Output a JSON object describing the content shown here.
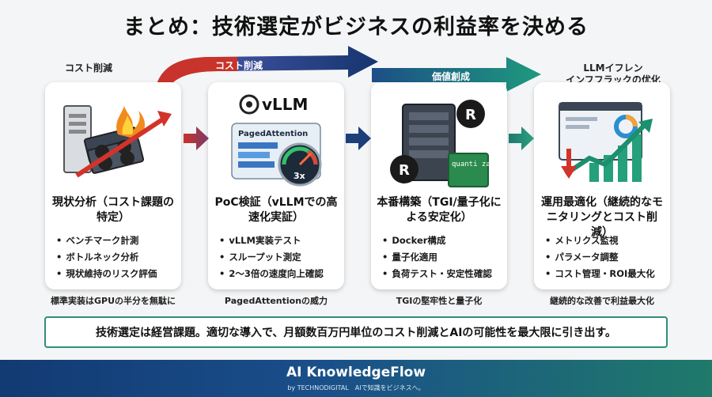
{
  "title": "まとめ：技術選定がビジネスの利益率を決める",
  "top_labels": {
    "left": "コスト削減",
    "right_line1": "LLMイフレン",
    "right_line2": "インフフラックの优化"
  },
  "band_labels": {
    "cost": "コスト削減",
    "value": "価値創成"
  },
  "cards": [
    {
      "title": "現状分析（コスト課題の特定）",
      "items": [
        "ベンチマーク計測",
        "ボトルネック分析",
        "現状維持のリスク評価"
      ],
      "caption": "標準実装はGPUの半分を無駄に",
      "icon": "server-fire-icon"
    },
    {
      "title": "PoC検証（vLLMでの高速化実証）",
      "items": [
        "vLLM実装テスト",
        "スループット測定",
        "2～3倍の速度向上確認"
      ],
      "caption": "PagedAttentionの威力",
      "logo": "vLLM",
      "panel_label": "PagedAttention",
      "gauge_label": "3x",
      "icon": "speed-gauge-icon"
    },
    {
      "title": "本番構築（TGI/量子化による安定化）",
      "items": [
        "Docker構成",
        "量子化適用",
        "負荷テスト・安定性確認"
      ],
      "caption": "TGIの堅牢性と量子化",
      "chip_label": "quanti zation",
      "icon": "rust-server-icon"
    },
    {
      "title": "運用最適化（継続的なモニタリングとコスト削減）",
      "items": [
        "メトリクス監視",
        "パラメータ調整",
        "コスト管理・ROI最大化"
      ],
      "caption": "継続的な改善で利益最大化",
      "icon": "dashboard-chart-icon"
    }
  ],
  "summary": "技術選定は経営課題。適切な導入で、月額数百万円単位のコスト削減とAIの可能性を最大限に引き出す。",
  "footer": {
    "brand": "AI KnowledgeFlow",
    "tagline": "by TECHNODIGITAL　AIで知識をビジネスへ。"
  }
}
